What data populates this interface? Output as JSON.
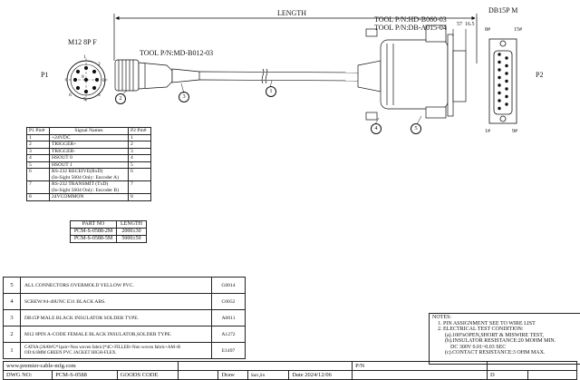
{
  "drawing": {
    "length_label": "LENGTH",
    "dims": {
      "a": "57",
      "b": "16.5"
    },
    "m12": {
      "title": "M12 8P F",
      "pins": [
        "1",
        "2",
        "3",
        "4",
        "5",
        "6",
        "7",
        "8"
      ]
    },
    "db15": {
      "title": "DB15P M",
      "pin8": "8#",
      "pin15": "15#",
      "pin1": "1#",
      "pin9": "9#"
    },
    "p1_label": "P1",
    "p2_label": "P2",
    "tool_m12": "TOOL P/N:MD-B012-03",
    "tool_db_1": "TOOL P/N:HD-B060-03",
    "tool_db_2": "TOOL P/N:DB-A015-04",
    "callouts": [
      "1",
      "2",
      "3",
      "4",
      "5"
    ]
  },
  "pin_table": {
    "headers": [
      "P1 Pin#",
      "Signal Names",
      "P2 Pin#"
    ],
    "rows": [
      [
        "1",
        "+24VDC",
        "1"
      ],
      [
        "2",
        "TRIGGER+",
        "2"
      ],
      [
        "3",
        "TRIGGER-",
        "3"
      ],
      [
        "4",
        "HSOUT 0",
        "4"
      ],
      [
        "5",
        "HSOUT 1",
        "5"
      ],
      [
        "6",
        "RS-232 RECEIVE(RxD)\n(In-Sight 5604 Only: Encoder A)",
        "6"
      ],
      [
        "7",
        "RS-232 TRANSMIT (TxD)\n(In-Sight 5604 Only: Encoder B)",
        "7"
      ],
      [
        "8",
        "24VCOMMON",
        "8"
      ]
    ]
  },
  "length_table": {
    "headers": [
      "PART NO",
      "LENGTH"
    ],
    "rows": [
      [
        "PCM-S-0588-2M",
        "2000±30"
      ],
      [
        "PCM-S-0588-5M",
        "5000±50"
      ]
    ]
  },
  "bom": [
    {
      "no": "5",
      "desc": "ALL CONNECTORS OVERMOLD YELLOW PVC.",
      "code": "G0014"
    },
    {
      "no": "4",
      "desc": "SCREW:#4-40UNC E31 BLACK ABS.",
      "code": "C0052"
    },
    {
      "no": "3",
      "desc": "DB15P MALE BLACK INSULATOR SOLDER TYPE.",
      "code": "A0011"
    },
    {
      "no": "2",
      "desc": "M12 8PIN A-CODE FEMALE BLACK INSULATOR,SOLDER TYPE.",
      "code": "A1272"
    },
    {
      "no": "1",
      "desc": "CAT6A (26AWG*1pair+Non woven fabric)*4C+FILLER+Non woven fabric+AM+B\nOD:6.6MM GREEN PVC JACKET HIGH-FLEX.",
      "code": "E1497"
    }
  ],
  "notes": {
    "title": "NOTES:",
    "lines": [
      "1.  PIN ASSIGNMENT SEE TO WIRE LIST",
      "2.  ELECTRICAL TEST CONDITION:",
      "(a).100%OPEN,SHORT & MISWIRE TEST,",
      "(b).INSULATOR RESISTANCE:20 MOHM MIN.",
      "DC 300V 0.01~0.03 SEC",
      "(c).CONTACT RESISTANCE:3 OHM MAX."
    ]
  },
  "title_block": {
    "url": "www.premier-cable-mfg.com",
    "dwg_label": "DWG NO:",
    "dwg_no": "PCM-S-0588",
    "goods_code": "GOODS CODE",
    "draw": "Draw",
    "signature": "Sun jin",
    "date_label": "Date",
    "date": "2024/12/06",
    "pn": "P/N",
    "d": "D"
  }
}
